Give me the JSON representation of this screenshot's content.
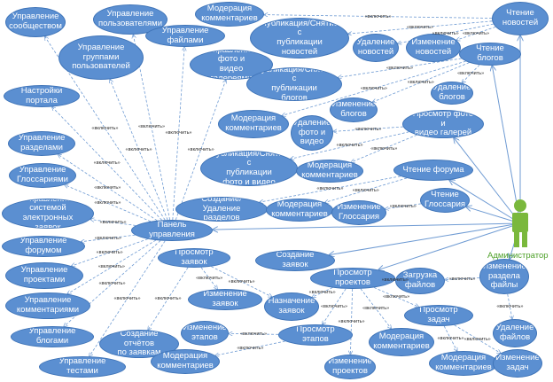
{
  "actor": {
    "name": "Администратор",
    "color": "#7ab83c"
  },
  "colors": {
    "usecase_fill": "#5b8fd1",
    "usecase_border": "#3f74b8",
    "line": "#6f9bd3",
    "actor": "#7ab83c",
    "actor_label": "#4fa12a"
  },
  "include_label": "«включить»",
  "use_cases": [
    {
      "id": "uc01",
      "label": "Управление\nсообществом"
    },
    {
      "id": "uc02",
      "label": "Управление\nпользователями"
    },
    {
      "id": "uc03",
      "label": "Модерация\nкомментариев"
    },
    {
      "id": "uc04",
      "label": "Чтение\nновостей"
    },
    {
      "id": "uc05",
      "label": "Управление\nгруппами\nпользователей"
    },
    {
      "id": "uc06",
      "label": "Управление файлами"
    },
    {
      "id": "uc07",
      "label": "Публикация/Снятие с\nпубликации\nновостей"
    },
    {
      "id": "uc08",
      "label": "Удаление\nновостей"
    },
    {
      "id": "uc09",
      "label": "Изменение\nновостей"
    },
    {
      "id": "uc10",
      "label": "Чтение блогов"
    },
    {
      "id": "uc11",
      "label": "Управление фото и\nвидео галереями"
    },
    {
      "id": "uc12",
      "label": "Публикация/Снятие с\nпубликации\nблогов"
    },
    {
      "id": "uc13",
      "label": "Настройки портала"
    },
    {
      "id": "uc14",
      "label": "Удаление\nблогов"
    },
    {
      "id": "uc15",
      "label": "Изменение\nблогов"
    },
    {
      "id": "uc16",
      "label": "Модерация\nкомментариев"
    },
    {
      "id": "uc17",
      "label": "Удаление\nфото и\nвидео"
    },
    {
      "id": "uc18",
      "label": "Просмотр фото и\nвидео галерей"
    },
    {
      "id": "uc19",
      "label": "Управление\nразделами"
    },
    {
      "id": "uc20",
      "label": "Публикация/Снятие с\nпубликации\nфото и видео"
    },
    {
      "id": "uc21",
      "label": "Модерация\nкомментариев"
    },
    {
      "id": "uc22",
      "label": "Чтение форума"
    },
    {
      "id": "uc23",
      "label": "Управление\nГлоссариями"
    },
    {
      "id": "uc24",
      "label": "Чтение\nГлоссария"
    },
    {
      "id": "uc25",
      "label": "Создание/Удаление\nразделов"
    },
    {
      "id": "uc26",
      "label": "Модерация\nкомментариев"
    },
    {
      "id": "uc27",
      "label": "Изменение\nГлоссария"
    },
    {
      "id": "uc28",
      "label": "Управление системой\nэлектронных заявок"
    },
    {
      "id": "uc29",
      "label": "Панель управления"
    },
    {
      "id": "uc30",
      "label": "Управление форумом"
    },
    {
      "id": "uc31",
      "label": "Просмотр заявок"
    },
    {
      "id": "uc32",
      "label": "Создание заявок"
    },
    {
      "id": "uc33",
      "label": "Управление\nпроектами"
    },
    {
      "id": "uc34",
      "label": "Просмотр проектов"
    },
    {
      "id": "uc35",
      "label": "Загрузка\nфайлов"
    },
    {
      "id": "uc36",
      "label": "Изменение\nраздела\nфайлы"
    },
    {
      "id": "uc37",
      "label": "Изменение заявок"
    },
    {
      "id": "uc38",
      "label": "Назначение\nзаявок"
    },
    {
      "id": "uc39",
      "label": "Управление\nкомментариями"
    },
    {
      "id": "uc40",
      "label": "Просмотр задач"
    },
    {
      "id": "uc41",
      "label": "Изменение\nэтапов"
    },
    {
      "id": "uc42",
      "label": "Просмотр этапов"
    },
    {
      "id": "uc43",
      "label": "Модерация\nкомментариев"
    },
    {
      "id": "uc44",
      "label": "Удаление\nфайлов"
    },
    {
      "id": "uc45",
      "label": "Управление блогами"
    },
    {
      "id": "uc46",
      "label": "Создание отчётов\nпо заявкам"
    },
    {
      "id": "uc47",
      "label": "Модерация\nкомментариев"
    },
    {
      "id": "uc48",
      "label": "Изменение\nпроектов"
    },
    {
      "id": "uc49",
      "label": "Модерация\nкомментариев"
    },
    {
      "id": "uc50",
      "label": "Изменение\nзадач"
    },
    {
      "id": "uc51",
      "label": "Управление тестами"
    }
  ],
  "links": [
    {
      "from": "uc29",
      "to": "uc01",
      "label": "«включить»"
    },
    {
      "from": "uc29",
      "to": "uc02",
      "label": "«включить»"
    },
    {
      "from": "uc29",
      "to": "uc05",
      "label": "«включить»"
    },
    {
      "from": "uc29",
      "to": "uc06",
      "label": "«включить»"
    },
    {
      "from": "uc29",
      "to": "uc11",
      "label": "«включить»"
    },
    {
      "from": "uc29",
      "to": "uc13",
      "label": "«включить»"
    },
    {
      "from": "uc29",
      "to": "uc19",
      "label": "«включить»"
    },
    {
      "from": "uc29",
      "to": "uc23",
      "label": "«включить»"
    },
    {
      "from": "uc29",
      "to": "uc28",
      "label": "«включить»"
    },
    {
      "from": "uc29",
      "to": "uc30",
      "label": "«включить»"
    },
    {
      "from": "uc29",
      "to": "uc33",
      "label": "«включить»"
    },
    {
      "from": "uc29",
      "to": "uc39",
      "label": "«включить»"
    },
    {
      "from": "uc29",
      "to": "uc45",
      "label": "«включить»"
    },
    {
      "from": "uc29",
      "to": "uc51",
      "label": "«включить»"
    },
    {
      "from": "uc04",
      "to": "uc03",
      "label": "«включить»"
    },
    {
      "from": "uc04",
      "to": "uc07",
      "label": "«включить»"
    },
    {
      "from": "uc04",
      "to": "uc08",
      "label": "«включить»"
    },
    {
      "from": "uc04",
      "to": "uc09",
      "label": "«включить»"
    },
    {
      "from": "uc10",
      "to": "uc12",
      "label": "«включить»"
    },
    {
      "from": "uc10",
      "to": "uc14",
      "label": "«включить»"
    },
    {
      "from": "uc10",
      "to": "uc15",
      "label": "«включить»"
    },
    {
      "from": "uc10",
      "to": "uc16",
      "label": "«включить»"
    },
    {
      "from": "uc18",
      "to": "uc17",
      "label": "«включить»"
    },
    {
      "from": "uc18",
      "to": "uc20",
      "label": "«включить»"
    },
    {
      "from": "uc18",
      "to": "uc21",
      "label": "«включить»"
    },
    {
      "from": "uc22",
      "to": "uc25",
      "label": "«включить»"
    },
    {
      "from": "uc22",
      "to": "uc26",
      "label": "«включить»"
    },
    {
      "from": "uc24",
      "to": "uc27",
      "label": "«включить»"
    },
    {
      "from": "uc31",
      "to": "uc37",
      "label": "«включить»"
    },
    {
      "from": "uc31",
      "to": "uc38",
      "label": "«включить»"
    },
    {
      "from": "uc31",
      "to": "uc46",
      "label": "«включить»"
    },
    {
      "from": "uc34",
      "to": "uc42",
      "label": "«включить»"
    },
    {
      "from": "uc34",
      "to": "uc40",
      "label": "«включить»"
    },
    {
      "from": "uc34",
      "to": "uc48",
      "label": "«включить»"
    },
    {
      "from": "uc34",
      "to": "uc43",
      "label": "«включить»"
    },
    {
      "from": "uc34",
      "to": "uc38",
      "label": "«включить»"
    },
    {
      "from": "uc42",
      "to": "uc41",
      "label": "«включить»"
    },
    {
      "from": "uc42",
      "to": "uc47",
      "label": "«включить»"
    },
    {
      "from": "uc40",
      "to": "uc49",
      "label": "«включить»"
    },
    {
      "from": "uc40",
      "to": "uc50",
      "label": "«включить»"
    },
    {
      "from": "uc36",
      "to": "uc35",
      "label": "«включить»"
    },
    {
      "from": "uc36",
      "to": "uc44",
      "label": "«включить»"
    },
    {
      "from": "uc34",
      "to": "uc35",
      "label": "«включить»"
    }
  ],
  "associations": [
    "uc04",
    "uc10",
    "uc18",
    "uc22",
    "uc24",
    "uc29",
    "uc32",
    "uc34",
    "uc36"
  ]
}
